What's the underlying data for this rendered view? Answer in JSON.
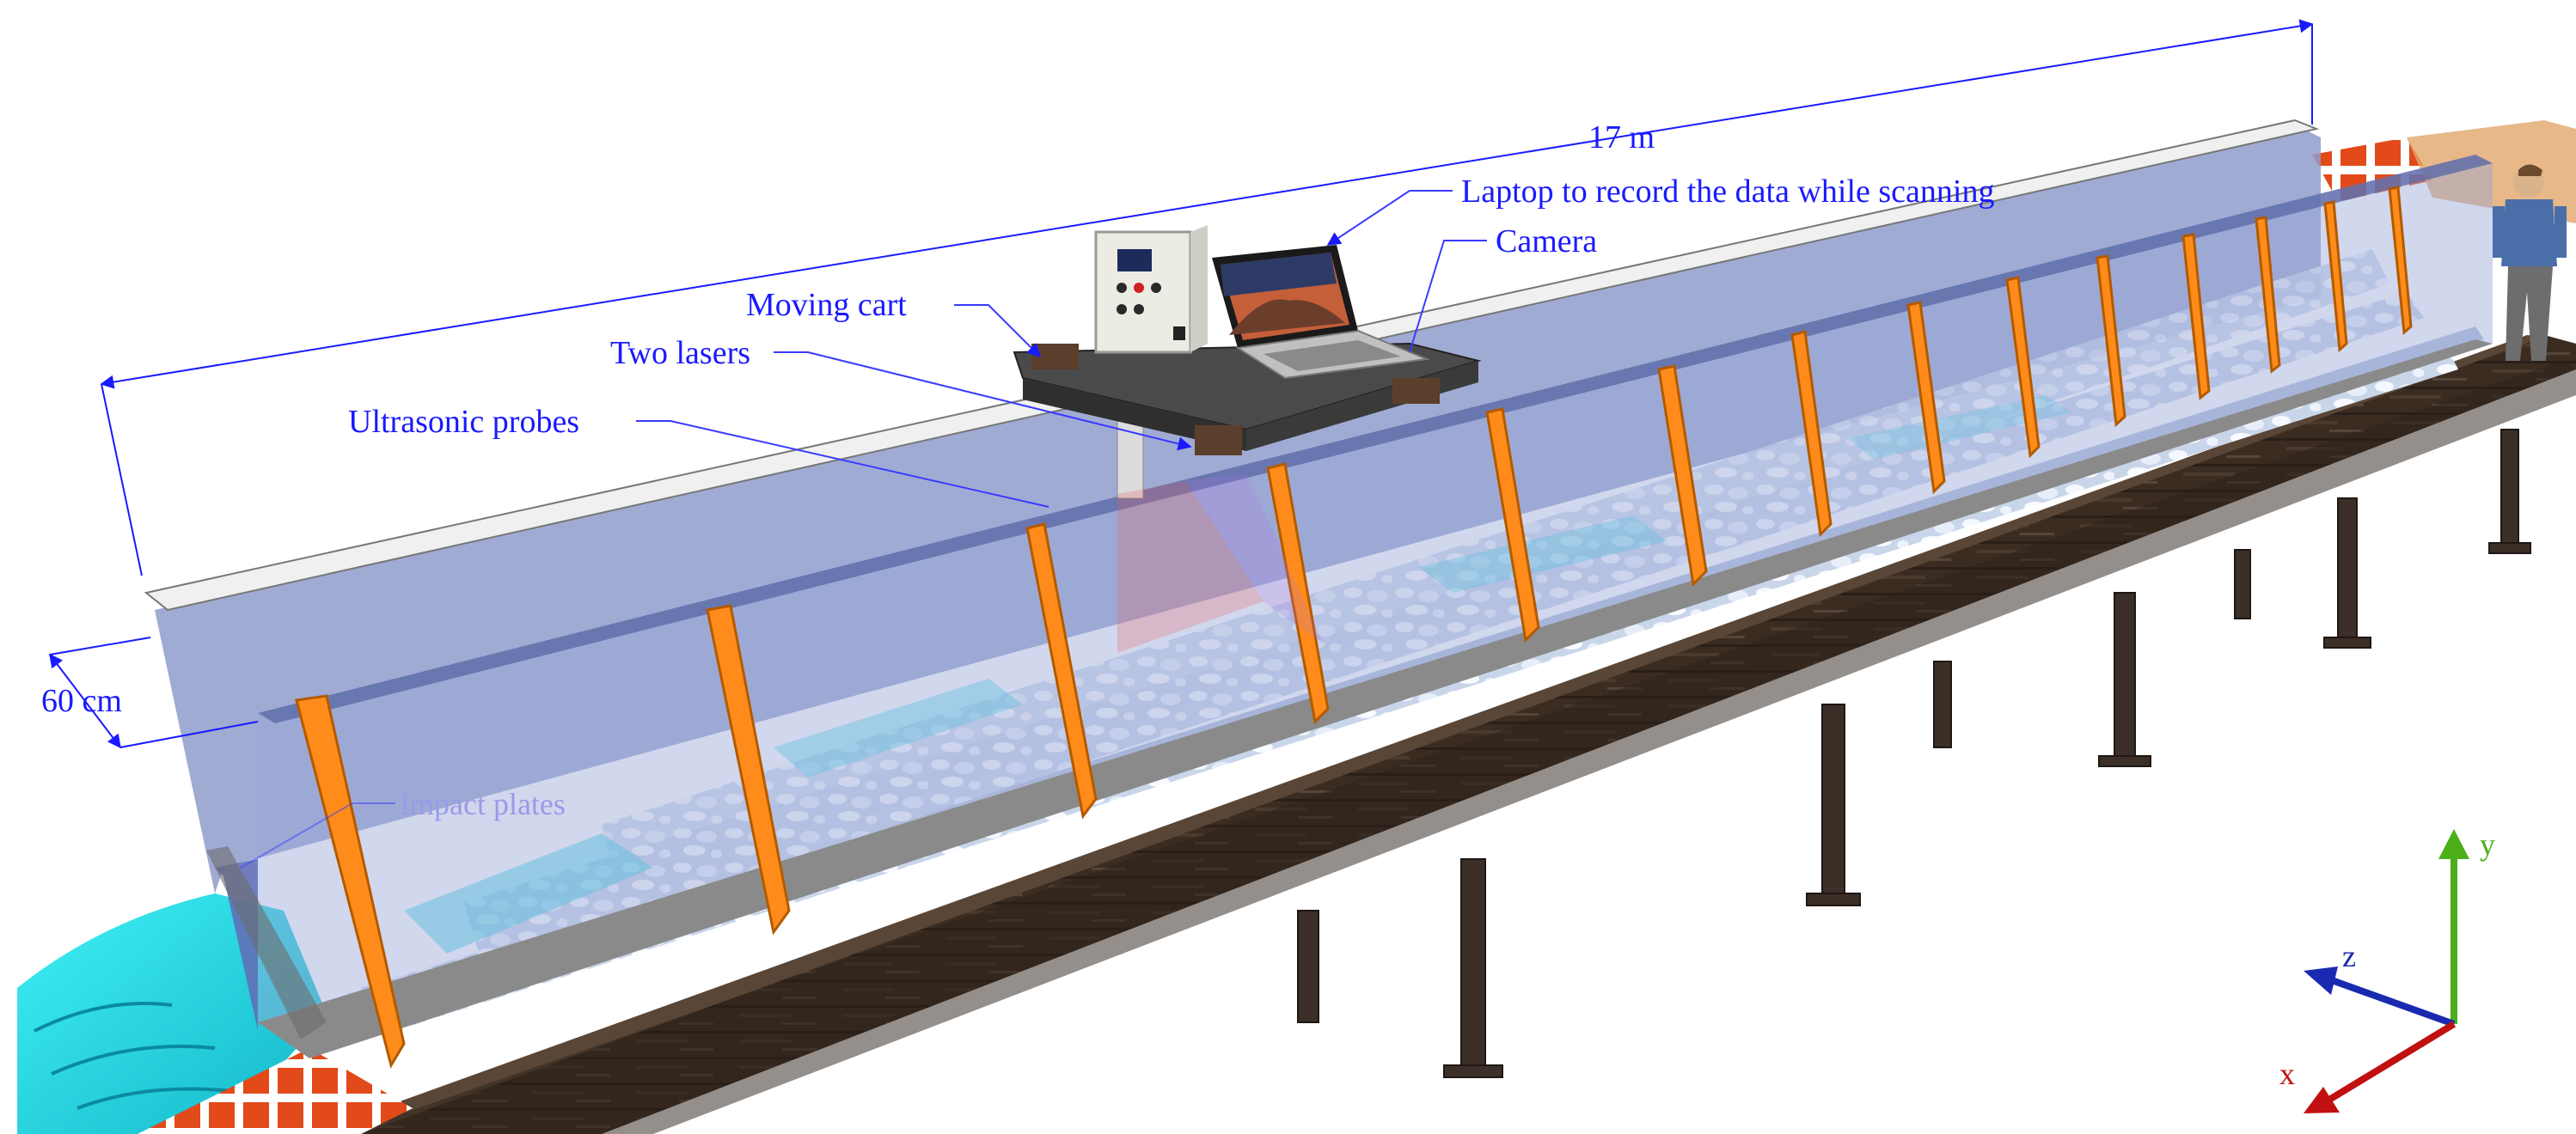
{
  "labels": {
    "length": "17 m",
    "width": "60 cm",
    "laptop": "Laptop to record the data while scanning",
    "camera": "Camera",
    "moving_cart": "Moving cart",
    "two_lasers": "Two lasers",
    "ultrasonic_probes": "Ultrasonic probes",
    "impact_plates": "Impact plates"
  },
  "axes": {
    "x": "x",
    "y": "y",
    "z": "z"
  },
  "colors": {
    "annotation": "#1a1aff",
    "flume_glass": "#8f9ccc",
    "support_fins": "#ff8c1a",
    "walkway": "#3b2c22",
    "water": "#22e0e8",
    "axis_x": "#c01010",
    "axis_y": "#4caf1a",
    "axis_z": "#1a2ab0"
  }
}
